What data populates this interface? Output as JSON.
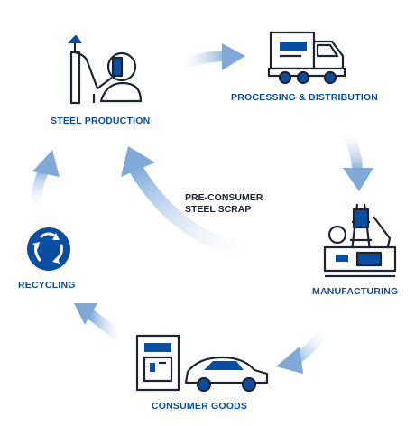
{
  "diagram": {
    "nodes": [
      {
        "id": "steel_production",
        "label": "STEEL PRODUCTION",
        "icon": "welder-icon"
      },
      {
        "id": "processing_distribution",
        "label": "PROCESSING & DISTRIBUTION",
        "icon": "truck-icon"
      },
      {
        "id": "manufacturing",
        "label": "MANUFACTURING",
        "icon": "oil-rig-icon"
      },
      {
        "id": "consumer_goods",
        "label": "CONSUMER GOODS",
        "icon": "fridge-and-car-icon"
      },
      {
        "id": "recycling",
        "label": "RECYCLING",
        "icon": "recycle-icon"
      }
    ],
    "inner_flow": {
      "line1": "PRE-CONSUMER",
      "line2": "STEEL SCRAP"
    },
    "colors": {
      "primary": "#0a4ea3",
      "text": "#1d2433",
      "arrow": "#7ea9d8",
      "arrow_light": "#dbe8f6"
    }
  }
}
